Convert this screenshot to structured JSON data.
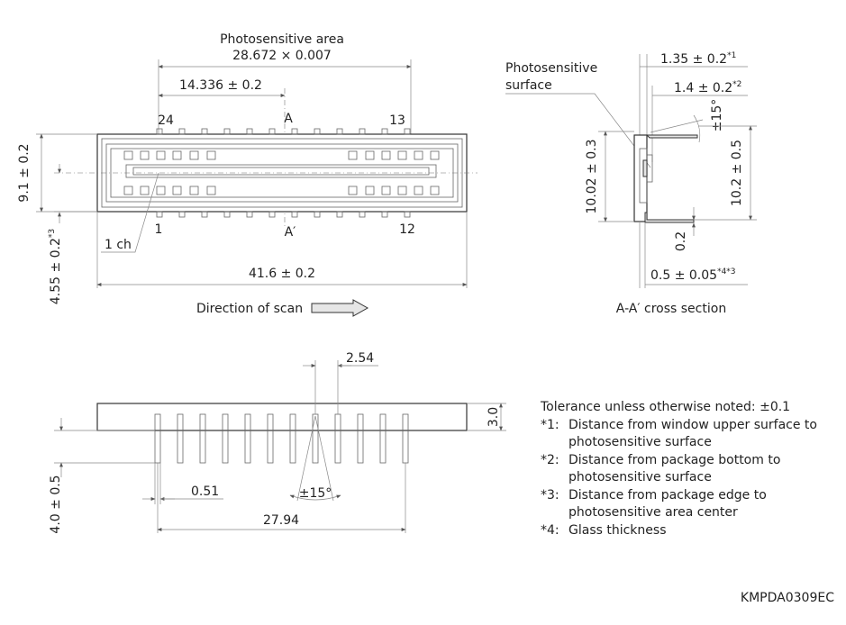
{
  "top_view": {
    "photosensitive_area_title": "Photosensitive area",
    "photosensitive_area_value": "28.672 × 0.007",
    "half_length": "14.336 ± 0.2",
    "width_dim": "9.1 ± 0.2",
    "offset_main": "4.55 ± 0.2",
    "offset_sup": "*3",
    "length_dim": "41.6 ± 0.2",
    "pin_24": "24",
    "pin_13": "13",
    "pin_1": "1",
    "pin_12": "12",
    "section_a": "A",
    "section_a_prime": "A′",
    "channel_label": "1 ch",
    "scan_label": "Direction of scan"
  },
  "cross_section": {
    "surface_label_1": "Photosensitive",
    "surface_label_2": "surface",
    "dim1_main": "1.35 ± 0.2",
    "dim1_sup": "*1",
    "dim2_main": "1.4 ± 0.2",
    "dim2_sup": "*2",
    "angle": "±15°",
    "height_left": "10.02 ± 0.3",
    "height_right": "10.2 ± 0.5",
    "lead_dim": "0.2",
    "glass_main": "0.5 ± 0.05",
    "glass_sup": "*4*3",
    "caption": "A-A′ cross section"
  },
  "side_view": {
    "pitch": "2.54",
    "thickness": "3.0",
    "lead_length": "4.0 ± 0.5",
    "lead_width": "0.51",
    "angle": "±15°",
    "span": "27.94"
  },
  "notes": {
    "tolerance": "Tolerance unless otherwise noted: ±0.1",
    "n1_key": "*1:",
    "n1_line1": "Distance from window upper surface to",
    "n1_line2": "photosensitive surface",
    "n2_key": "*2:",
    "n2_line1": "Distance from package bottom to",
    "n2_line2": "photosensitive surface",
    "n3_key": "*3:",
    "n3_line1": "Distance from package edge to",
    "n3_line2": "photosensitive area center",
    "n4_key": "*4:",
    "n4_line1": "Glass thickness"
  },
  "doc_code": "KMPDA0309EC"
}
